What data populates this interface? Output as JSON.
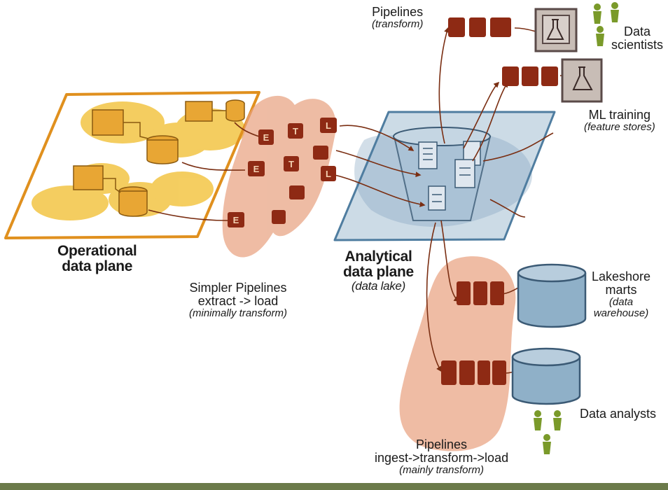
{
  "labels": {
    "operational": [
      "Operational",
      "data plane"
    ],
    "simpler_pipelines": {
      "lines": [
        "Simpler Pipelines",
        "extract -> load"
      ],
      "note": "(minimally transform)"
    },
    "analytical": {
      "lines": [
        "Analytical",
        "data plane"
      ],
      "note": "(data lake)"
    },
    "pipelines_transform": {
      "line": "Pipelines",
      "note": "(transform)"
    },
    "data_scientists": [
      "Data",
      "scientists"
    ],
    "ml_training": {
      "line": "ML training",
      "note": "(feature stores)"
    },
    "lakeshore": {
      "lines": [
        "Lakeshore",
        "marts"
      ],
      "notes": [
        "(data",
        "warehouse)"
      ]
    },
    "data_analysts": "Data analysts",
    "pipelines_ingest": {
      "lines": [
        "Pipelines",
        "ingest->transform->load"
      ],
      "note": "(mainly transform)"
    }
  },
  "etl_letters": [
    "E",
    "T",
    "L",
    "E",
    "T",
    "L",
    "E"
  ],
  "colors": {
    "operational_frame": "#e0901e",
    "operational_blob": "#f3c545",
    "pipeline_blob": "#e8a07e",
    "pipeline_box": "#8e2a14",
    "lake_frame": "#4f7da0",
    "lake_fill": "#8fb0c8",
    "arrow": "#7a2e12",
    "person": "#7a9a2a",
    "consumer_box": "#8c7a78",
    "bottom_bar": "#6b7a4a"
  },
  "icons": [
    "flask-icon",
    "flask-icon",
    "person-icon",
    "database-icon"
  ]
}
